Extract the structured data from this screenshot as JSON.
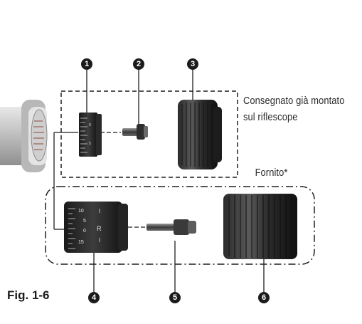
{
  "callouts": [
    "1",
    "2",
    "3",
    "4",
    "5",
    "6"
  ],
  "labels": {
    "preassembled_line1": "Consegnato già montato",
    "preassembled_line2": "sul riflescope",
    "supplied": "Fornito*",
    "figure": "Fig. 1-6"
  },
  "turret_markings": {
    "upper_dial": [
      "0",
      "5"
    ],
    "lower_dial": [
      "10",
      "5",
      "0",
      "15",
      "R"
    ]
  },
  "colors": {
    "ink": "#1b1b1b",
    "part_dark": "#1a1a1a",
    "part_mid": "#4a4a4a",
    "part_light": "#8a8a8a",
    "scope_body": "#d0d0d0"
  }
}
